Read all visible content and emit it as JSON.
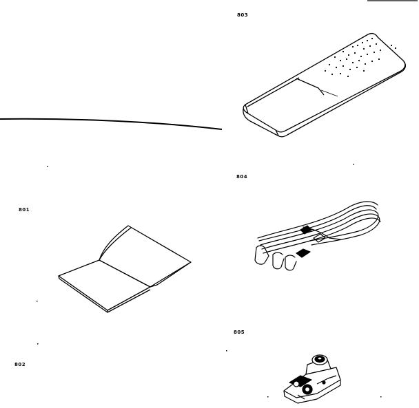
{
  "parts": [
    {
      "id": "p801",
      "label": "801",
      "item": "instruction-booklet"
    },
    {
      "id": "p802",
      "label": "802",
      "item": "unshown-part"
    },
    {
      "id": "p803",
      "label": "803",
      "item": "remote-control"
    },
    {
      "id": "p804",
      "label": "804",
      "item": "av-cable"
    },
    {
      "id": "p805",
      "label": "805",
      "item": "antenna-adapter"
    }
  ],
  "colors": {
    "ink": "#000000",
    "paper": "#ffffff"
  }
}
